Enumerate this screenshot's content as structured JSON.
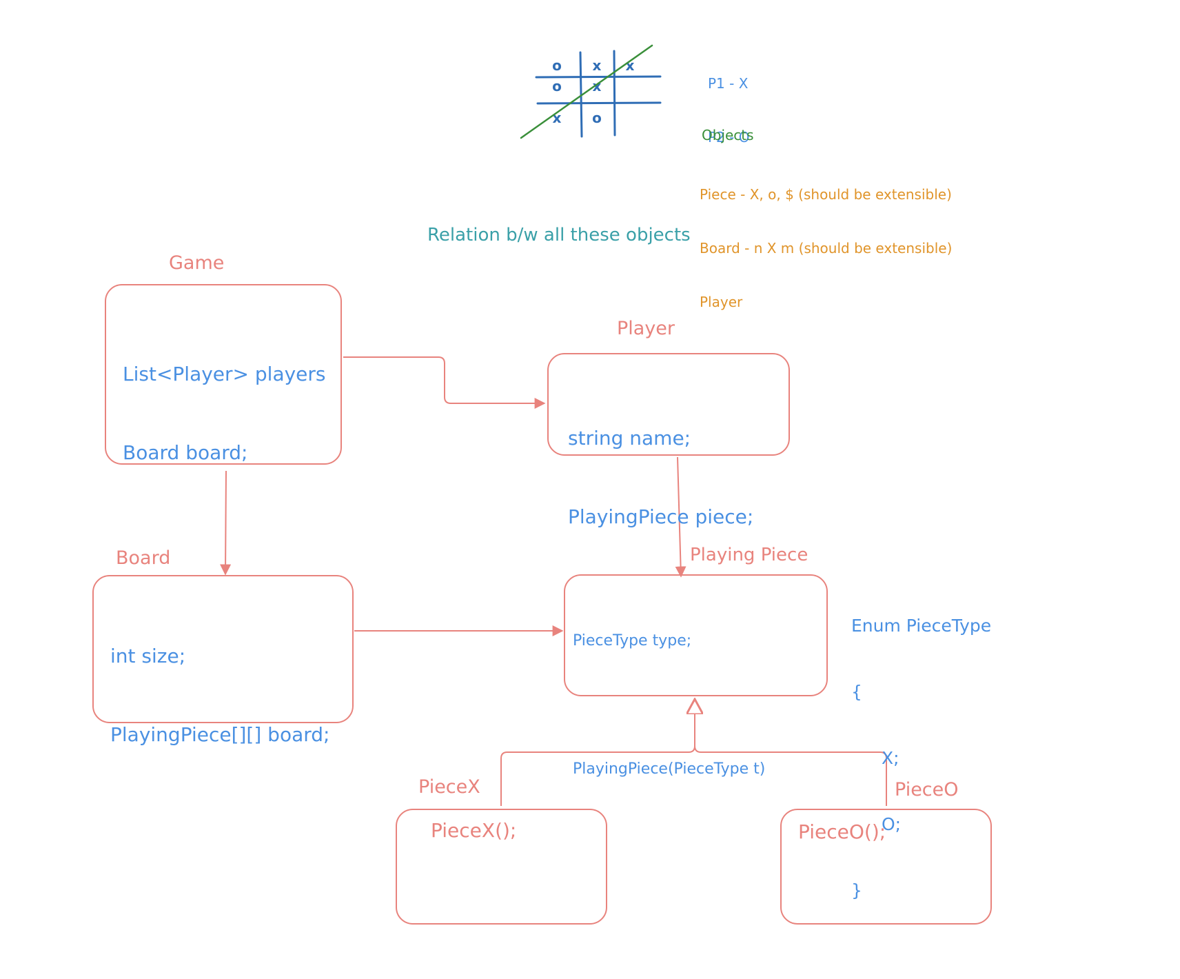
{
  "players_legend": [
    "P1 - X",
    "P2 - O"
  ],
  "tictactoe_cells": [
    [
      "o",
      "x",
      "x"
    ],
    [
      "o",
      "x",
      ""
    ],
    [
      "x",
      "o",
      ""
    ]
  ],
  "objects": {
    "heading": "Objects",
    "items": [
      "Piece - X, o, $ (should be extensible)",
      "Board - n X m (should be extensible)",
      "Player"
    ]
  },
  "relation_heading": "Relation b/w all these objects",
  "classes": {
    "game": {
      "title": "Game",
      "members": [
        "List<Player> players",
        "Board board;"
      ]
    },
    "player": {
      "title": "Player",
      "members": [
        "string name;",
        "PlayingPiece piece;"
      ]
    },
    "board": {
      "title": "Board",
      "members": [
        "int size;",
        "PlayingPiece[][] board;"
      ]
    },
    "playing_piece": {
      "title": "Playing Piece",
      "members": [
        "PieceType type;",
        "",
        "PlayingPiece(PieceType t)"
      ]
    },
    "piece_x": {
      "title": "PieceX",
      "members": [
        "PieceX();"
      ]
    },
    "piece_o": {
      "title": "PieceO",
      "members": [
        "PieceO();"
      ]
    }
  },
  "enum": {
    "lines": [
      "Enum PieceType",
      "{",
      "X;",
      "O;",
      "}"
    ]
  },
  "colors": {
    "blue": "#4a90e2",
    "red": "#e8837d",
    "orange": "#e0942a",
    "green": "#3a8f3a",
    "teal": "#3aa0a8",
    "grid": "#2f6db5"
  }
}
